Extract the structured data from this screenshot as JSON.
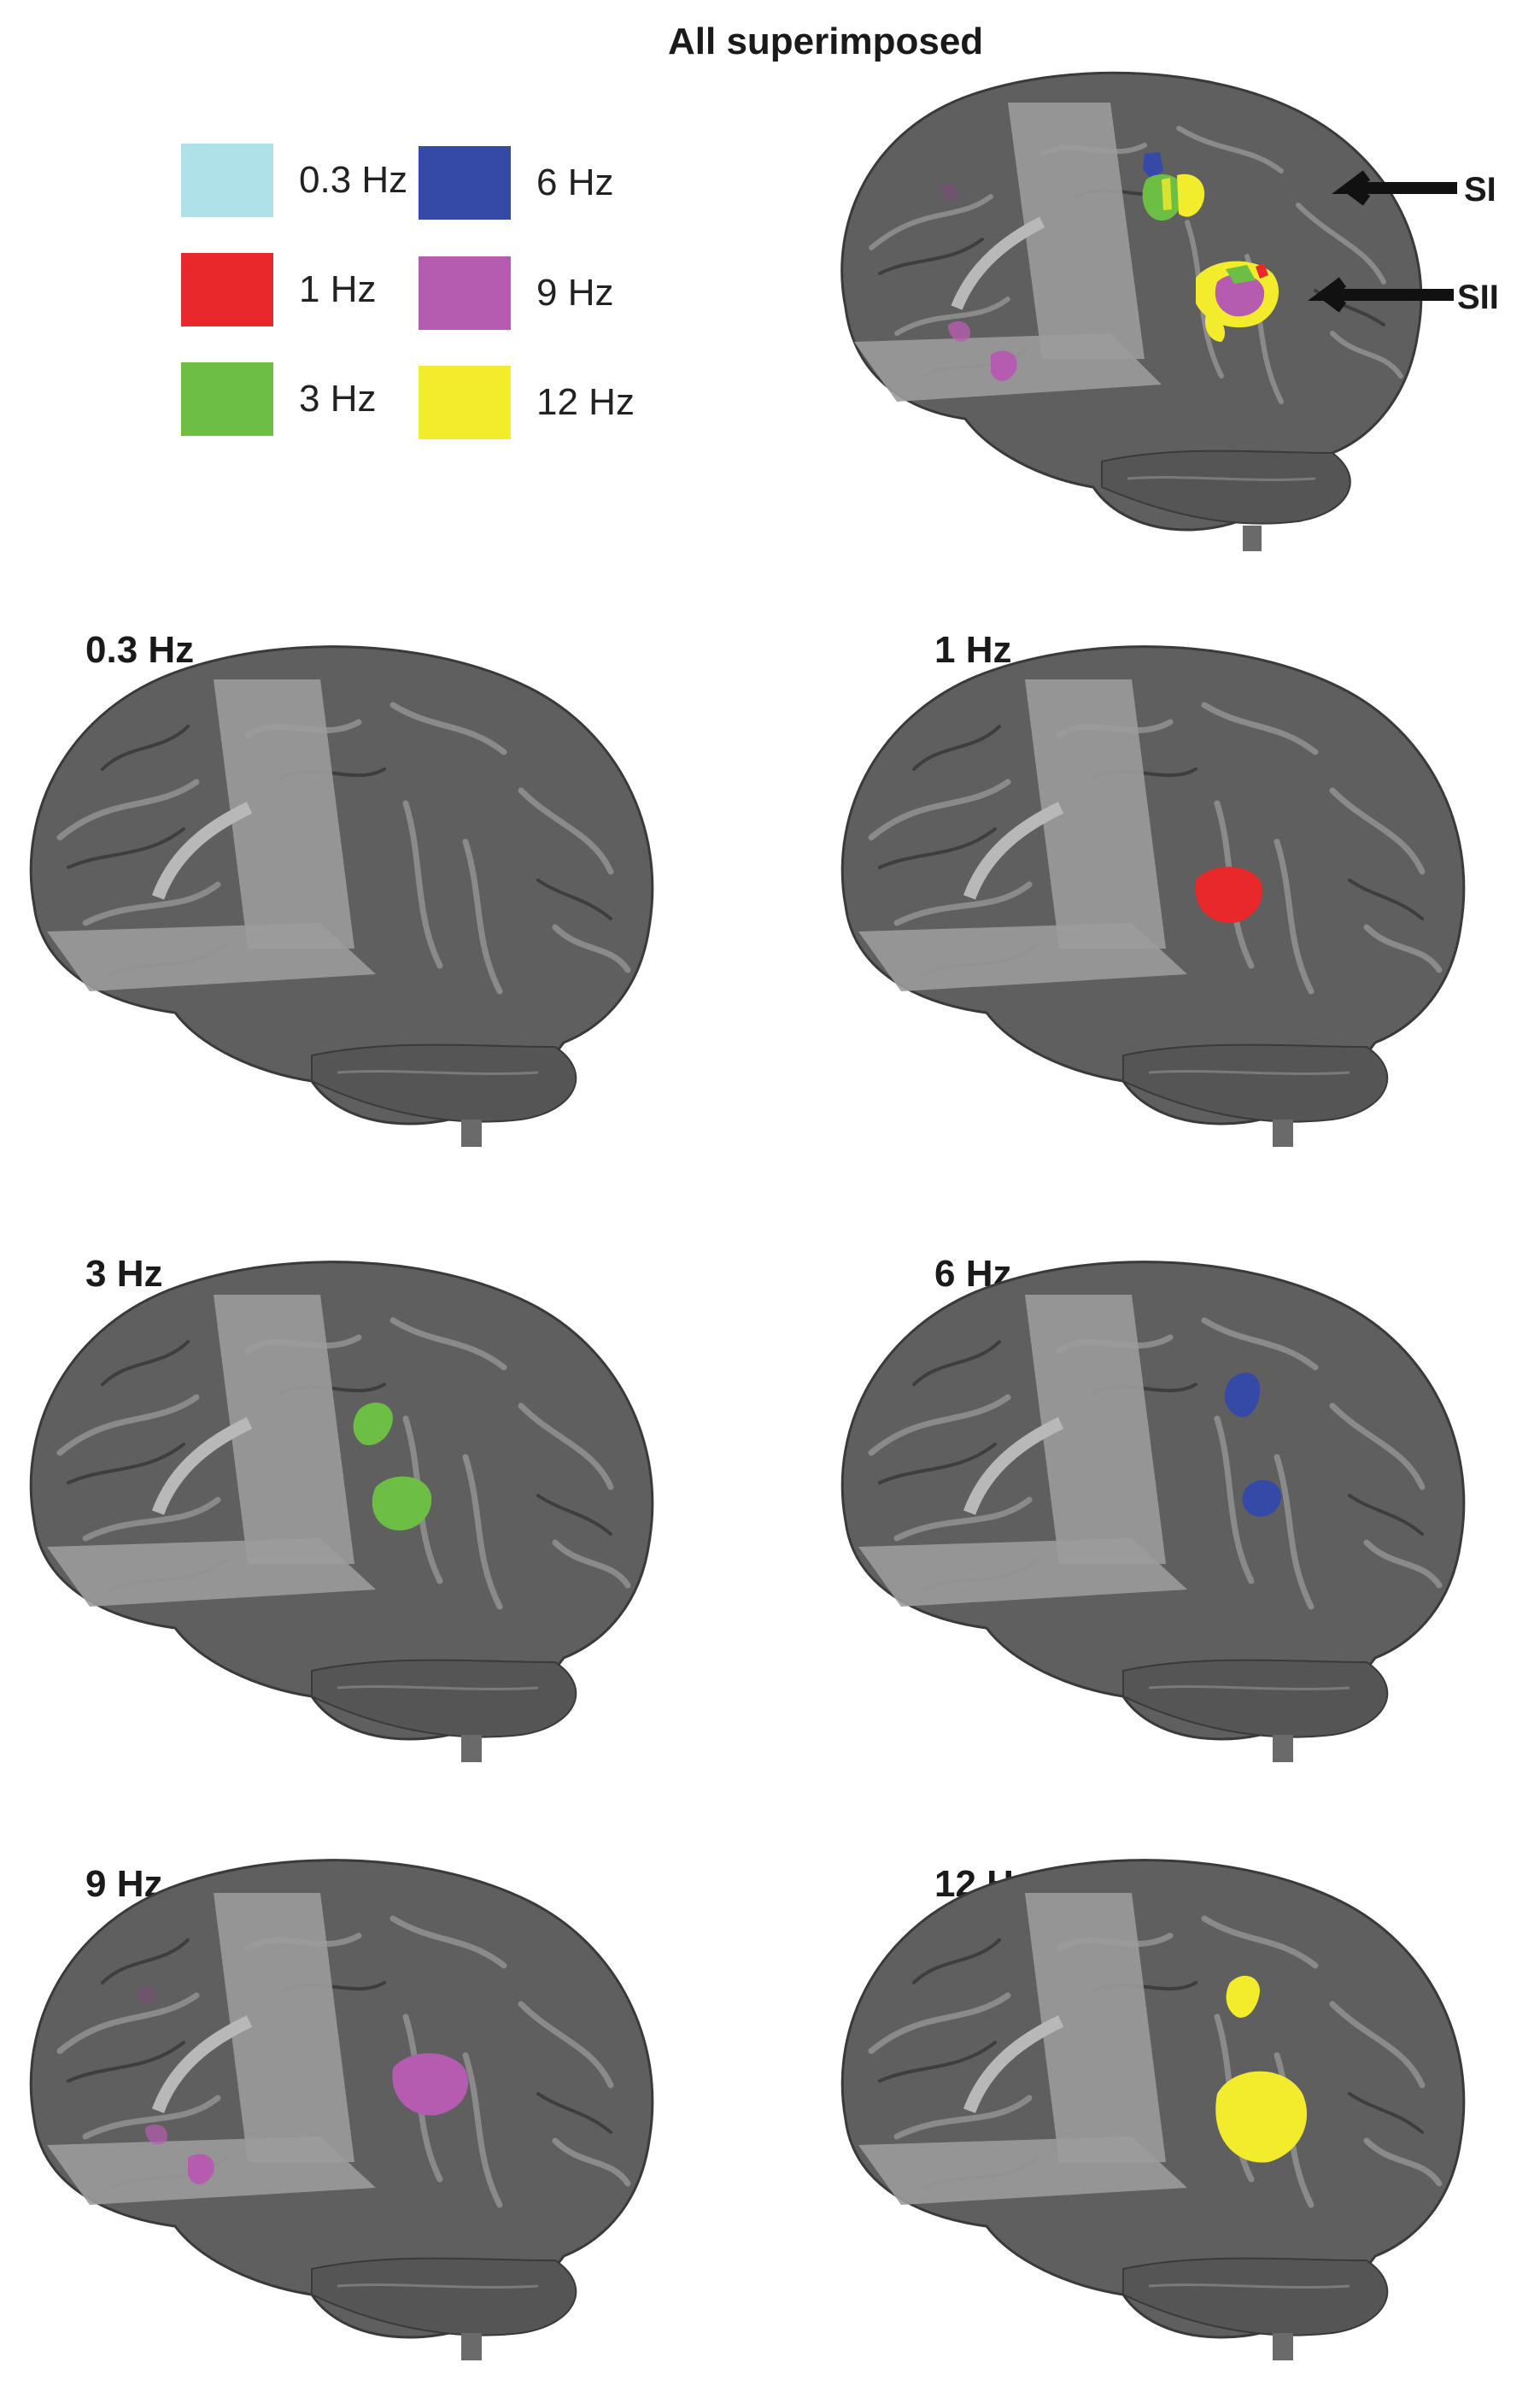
{
  "figure": {
    "superimposed_title": "All superimposed",
    "legend": [
      {
        "label": "0.3 Hz",
        "color": "#aee1e8"
      },
      {
        "label": "1 Hz",
        "color": "#e8282a"
      },
      {
        "label": "3 Hz",
        "color": "#6cbf44"
      },
      {
        "label": "6 Hz",
        "color": "#3549a6"
      },
      {
        "label": "9 Hz",
        "color": "#b65cb0"
      },
      {
        "label": "12 Hz",
        "color": "#f3ec2c"
      }
    ],
    "arrows": {
      "si": "SI",
      "sii": "SII"
    },
    "panels": [
      {
        "title": "0.3 Hz",
        "activations": []
      },
      {
        "title": "1 Hz",
        "activations": [
          "red"
        ]
      },
      {
        "title": "3 Hz",
        "activations": [
          "green"
        ]
      },
      {
        "title": "6 Hz",
        "activations": [
          "blue"
        ]
      },
      {
        "title": "9 Hz",
        "activations": [
          "magenta"
        ]
      },
      {
        "title": "12 Hz",
        "activations": [
          "yellow"
        ]
      }
    ]
  },
  "colors": {
    "brain": "#5f5f5f",
    "brain_dark": "#3e3e3e",
    "brain_light": "#8a8a8a",
    "slice": "#9b9b9b"
  }
}
